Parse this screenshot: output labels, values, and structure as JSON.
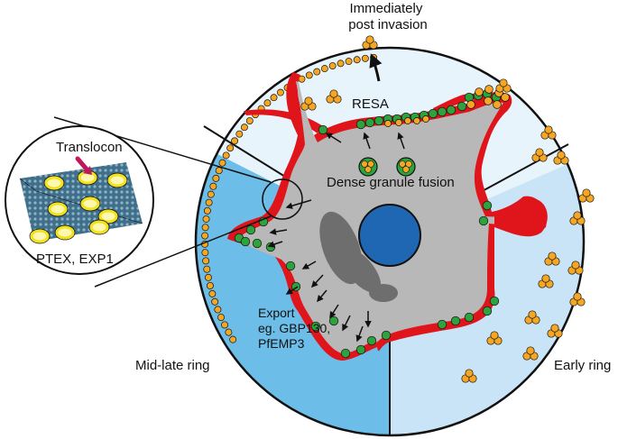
{
  "labels": {
    "immediately_post_invasion": [
      "Immediately",
      "post invasion"
    ],
    "resa": "RESA",
    "dense_granule_fusion": "Dense granule fusion",
    "translocon": "Translocon",
    "ptex_exp1": "PTEX, EXP1",
    "export": [
      "Export",
      "eg. GBP130,",
      "PfEMP3"
    ],
    "mid_late_ring": "Mid-late ring",
    "early_ring": "Early ring"
  },
  "colors": {
    "outline": "#111111",
    "sector_top": "#e8f4fb",
    "sector_right": "#c9e4f6",
    "sector_left": "#6cbde8",
    "parasite_body": "#b8b8b8",
    "membrane": "#e0141b",
    "dense_granule": "#2ea23f",
    "exported_protein": "#f5a623",
    "nucleus": "#1f66b3",
    "organelle": "#6e6e6e",
    "translocon_sheet": "#3f6f8a",
    "translocon_ring": "#f2e21a",
    "translocon_arrow": "#c2185b"
  }
}
